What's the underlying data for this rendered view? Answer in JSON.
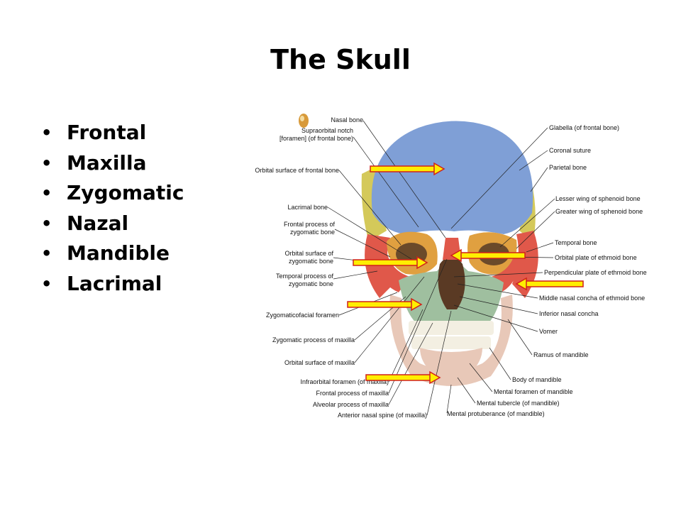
{
  "slide": {
    "title": "The Skull",
    "bullets": [
      "Frontal",
      "Maxilla",
      "Zygomatic",
      "Nazal",
      "Mandible",
      "Lacrimal"
    ]
  },
  "diagram": {
    "labels_left": [
      "Nasal bone",
      "Supraorbital notch",
      "[foramen] (of frontal bone)",
      "Orbital surface of frontal bone",
      "Lacrimal bone",
      "Frontal process of",
      "zygomatic bone",
      "Orbital surface of",
      "zygomatic bone",
      "Temporal process of",
      "zygomatic bone",
      "Zygomaticofacial foramen",
      "Zygomatic process of maxilla",
      "Orbital surface of maxilla",
      "Infraorbital foramen (of maxilla)",
      "Frontal process of maxilla",
      "Alveolar process of maxilla",
      "Anterior nasal spine (of maxilla)"
    ],
    "labels_right": [
      "Glabella (of frontal bone)",
      "Coronal suture",
      "Parietal bone",
      "Lesser wing of sphenoid bone",
      "Greater wing of sphenoid bone",
      "Temporal bone",
      "Orbital plate of ethmoid bone",
      "Perpendicular plate of ethmoid bone",
      "Middle nasal concha of ethmoid bone",
      "Inferior nasal concha",
      "Vomer",
      "Ramus of mandible",
      "Body of mandible",
      "Mental foramen of mandible",
      "Mental tubercle (of mandible)",
      "Mental protuberance (of mandible)"
    ],
    "colors": {
      "frontal": "#7f9fd6",
      "parietal": "#d4c95a",
      "zygomatic": "#e0584a",
      "maxilla": "#9fbf9f",
      "mandible": "#e8c8b8",
      "sphenoid": "#e0a040",
      "arrow_fill": "#ffee00",
      "arrow_border": "#d0201a"
    }
  }
}
